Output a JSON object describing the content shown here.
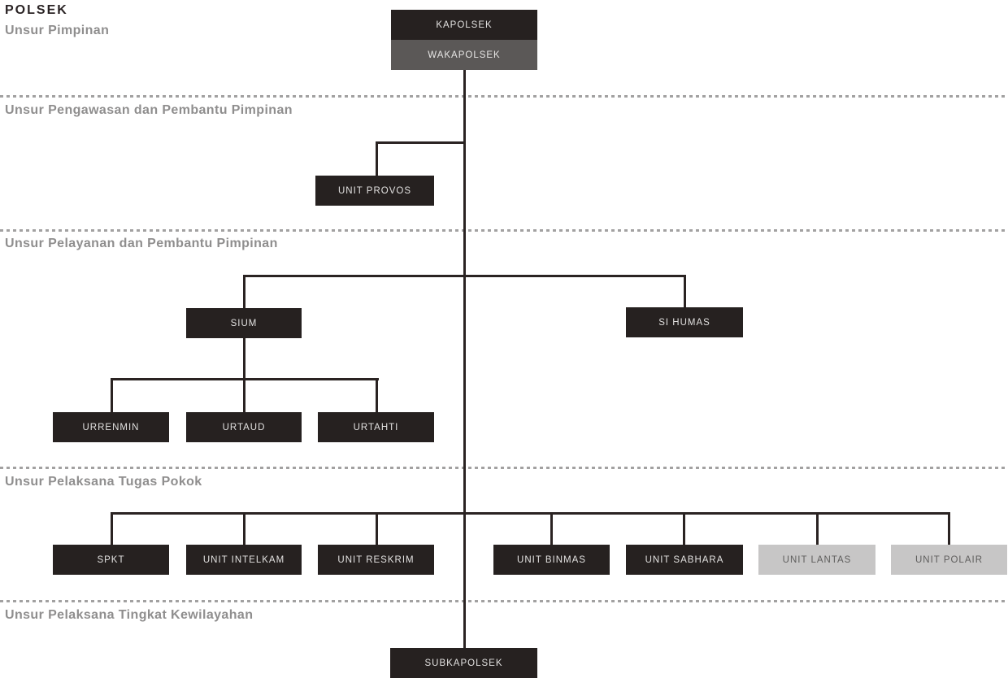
{
  "title": "POLSEK",
  "sections": {
    "pimpinan": {
      "label": "Unsur Pimpinan"
    },
    "pengawasan": {
      "label": "Unsur Pengawasan dan Pembantu Pimpinan"
    },
    "pelayanan": {
      "label": "Unsur Pelayanan dan Pembantu Pimpinan"
    },
    "pelaksana_pokok": {
      "label": "Unsur Pelaksana Tugas Pokok"
    },
    "kewilayahan": {
      "label": "Unsur Pelaksana Tingkat Kewilayahan"
    }
  },
  "nodes": {
    "kapolsek": {
      "label": "KAPOLSEK",
      "variant": "dark"
    },
    "wakapolsek": {
      "label": "WAKAPOLSEK",
      "variant": "gray"
    },
    "unit_provos": {
      "label": "UNIT PROVOS",
      "variant": "dark"
    },
    "sium": {
      "label": "SIUM",
      "variant": "dark"
    },
    "si_humas": {
      "label": "SI HUMAS",
      "variant": "dark"
    },
    "urrenmin": {
      "label": "URRENMIN",
      "variant": "dark"
    },
    "urtaud": {
      "label": "URTAUD",
      "variant": "dark"
    },
    "urtahti": {
      "label": "URTAHTI",
      "variant": "dark"
    },
    "spkt": {
      "label": "SPKT",
      "variant": "dark"
    },
    "unit_intelkam": {
      "label": "UNIT INTELKAM",
      "variant": "dark"
    },
    "unit_reskrim": {
      "label": "UNIT RESKRIM",
      "variant": "dark"
    },
    "unit_binmas": {
      "label": "UNIT BINMAS",
      "variant": "dark"
    },
    "unit_sabhara": {
      "label": "UNIT SABHARA",
      "variant": "dark"
    },
    "unit_lantas": {
      "label": "UNIT LANTAS",
      "variant": "light"
    },
    "unit_polair": {
      "label": "UNIT POLAIR",
      "variant": "light"
    },
    "subkapolsek": {
      "label": "SUBKAPOLSEK",
      "variant": "dark"
    }
  },
  "colors": {
    "background": "#ffffff",
    "node_dark": "#262120",
    "node_gray": "#5b5857",
    "node_light": "#c7c6c6",
    "node_text_on_dark": "#e2e1e0",
    "node_text_on_light": "#5f5e5d",
    "connector": "#2a2322",
    "title_text": "#2a2324",
    "section_label_text": "#8f8e8e",
    "divider": "#a2a1a1"
  }
}
